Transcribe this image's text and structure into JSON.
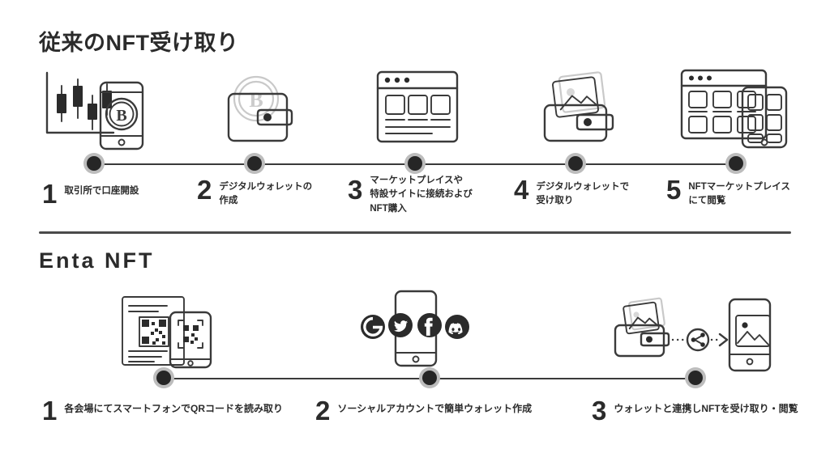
{
  "sections": [
    {
      "id": "legacy",
      "title": "従来のNFT受け取り",
      "steps": [
        {
          "number": "1",
          "label": "取引所で口座開設",
          "icon": "candlestick-chart-phone-bitcoin-icon"
        },
        {
          "number": "2",
          "label": "デジタルウォレットの\n作成",
          "icon": "wallet-bitcoin-icon"
        },
        {
          "number": "3",
          "label": "マーケットプレイスや\n特設サイトに接続および\nNFT購入",
          "icon": "browser-marketplace-icon"
        },
        {
          "number": "4",
          "label": "デジタルウォレットで\n受け取り",
          "icon": "wallet-nft-image-icon"
        },
        {
          "number": "5",
          "label": "NFTマーケットプレイス\nにて閲覧",
          "icon": "browser-gallery-phone-icon"
        }
      ]
    },
    {
      "id": "enta",
      "title": "Enta NFT",
      "steps": [
        {
          "number": "1",
          "label": "各会場にてスマートフォンでQRコードを読み取り",
          "icon": "qr-document-phone-scan-icon"
        },
        {
          "number": "2",
          "label": "ソーシャルアカウントで簡単ウォレット作成",
          "icon": "phone-social-accounts-icon"
        },
        {
          "number": "3",
          "label": "ウォレットと連携しNFTを受け取り・閲覧",
          "icon": "wallet-share-phone-icon"
        }
      ]
    }
  ],
  "social_icons": [
    {
      "name": "google-icon",
      "glyph": "G"
    },
    {
      "name": "twitter-icon",
      "glyph": "bird"
    },
    {
      "name": "facebook-icon",
      "glyph": "f"
    },
    {
      "name": "discord-icon",
      "glyph": "discord"
    }
  ],
  "colors": {
    "background": "#ffffff",
    "ink": "#2b2b2b",
    "line": "#3a3a3a",
    "node": "#262626",
    "node_halo": "#bdbdbd",
    "ghost": "#c9c9c9"
  }
}
